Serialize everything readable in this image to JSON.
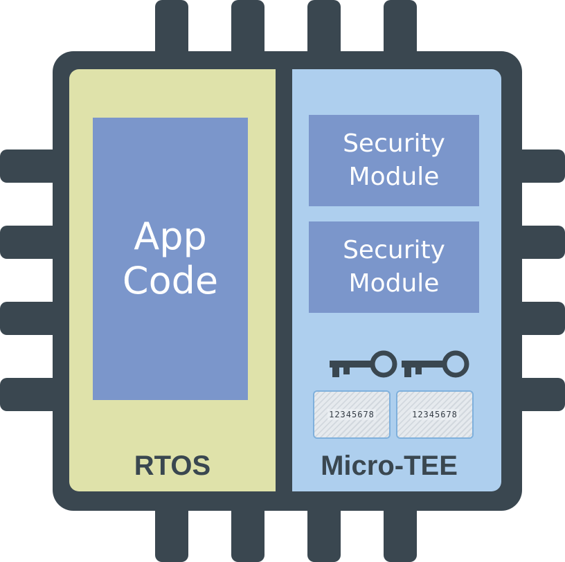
{
  "colors": {
    "chip_body": "#3a4750",
    "rtos_background": "#dfe2aa",
    "tee_background": "#aecfee",
    "module_fill": "#7b96cb",
    "module_text": "#ffffff",
    "label_text": "#3a4750"
  },
  "rtos": {
    "label": "RTOS",
    "app_code": {
      "line1": "App",
      "line2": "Code"
    }
  },
  "micro_tee": {
    "label": "Micro-TEE",
    "security_modules": [
      {
        "line1": "Security",
        "line2": "Module"
      },
      {
        "line1": "Security",
        "line2": "Module"
      }
    ],
    "keys": [
      "key-icon",
      "key-icon"
    ],
    "cards": [
      {
        "number": "12345678"
      },
      {
        "number": "12345678"
      }
    ]
  }
}
